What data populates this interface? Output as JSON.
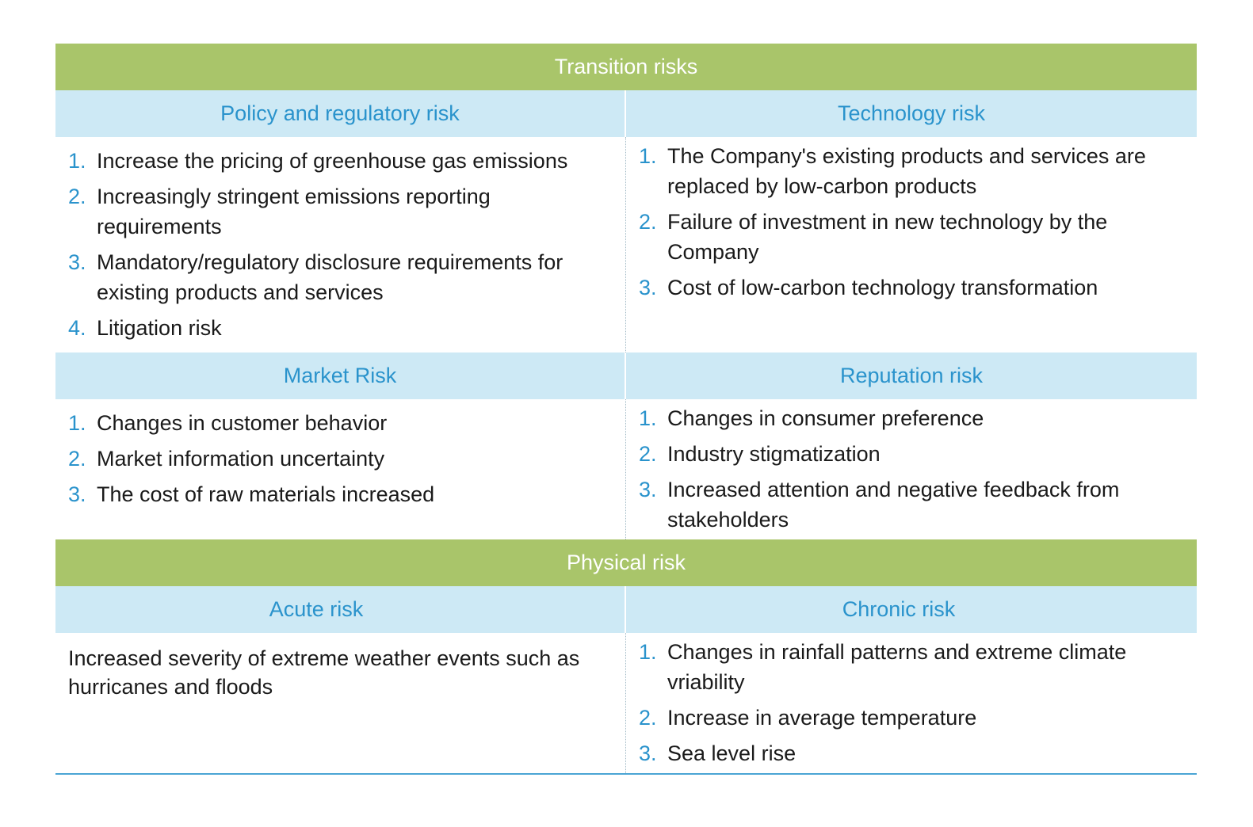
{
  "transition": {
    "title": "Transition risks",
    "policy": {
      "title": "Policy and regulatory risk",
      "items": [
        "Increase the pricing of greenhouse gas emissions",
        "Increasingly stringent emissions reporting requirements",
        "Mandatory/regulatory disclosure requirements for existing products and services",
        "Litigation risk"
      ]
    },
    "technology": {
      "title": "Technology risk",
      "items": [
        "The Company's existing products and services are replaced by low-carbon products",
        "Failure of investment in new technology by the Company",
        "Cost of low-carbon technology transformation"
      ]
    },
    "market": {
      "title": "Market Risk",
      "items": [
        "Changes in customer behavior",
        "Market information uncertainty",
        "The cost of raw materials increased"
      ]
    },
    "reputation": {
      "title": "Reputation risk",
      "items": [
        "Changes in consumer preference",
        "Industry stigmatization",
        "Increased attention and negative feedback from stakeholders"
      ]
    }
  },
  "physical": {
    "title": "Physical risk",
    "acute": {
      "title": "Acute risk",
      "text": "Increased severity of extreme weather events such as hurricanes and floods"
    },
    "chronic": {
      "title": "Chronic risk",
      "items": [
        "Changes in rainfall patterns and extreme climate vriability",
        "Increase in average temperature",
        "Sea level rise"
      ]
    }
  },
  "numbers": [
    "1.",
    "2.",
    "3.",
    "4."
  ]
}
